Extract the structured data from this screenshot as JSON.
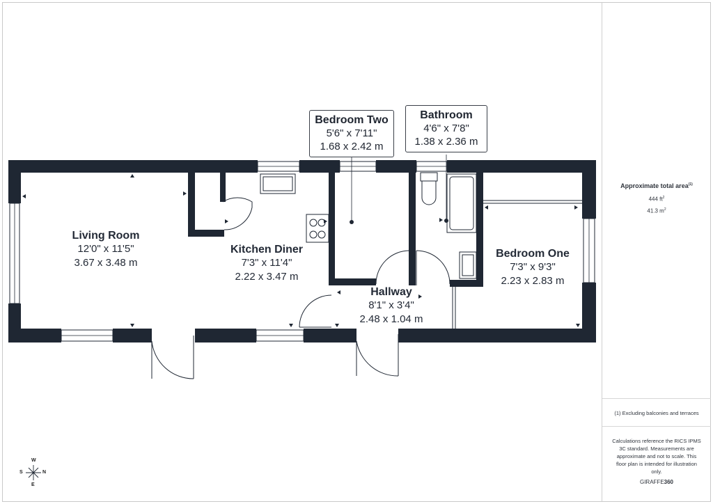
{
  "rooms": {
    "living": {
      "name": "Living Room",
      "imperial": "12'0\" x 11'5\"",
      "metric": "3.67 x 3.48 m"
    },
    "kitchen": {
      "name": "Kitchen Diner",
      "imperial": "7'3\" x 11'4\"",
      "metric": "2.22 x 3.47 m"
    },
    "bed2": {
      "name": "Bedroom Two",
      "imperial": "5'6\" x 7'11\"",
      "metric": "1.68 x 2.42 m"
    },
    "bath": {
      "name": "Bathroom",
      "imperial": "4'6\" x 7'8\"",
      "metric": "1.38 x 2.36 m"
    },
    "bed1": {
      "name": "Bedroom One",
      "imperial": "7'3\" x 9'3\"",
      "metric": "2.23 x 2.83 m"
    },
    "hall": {
      "name": "Hallway",
      "imperial": "8'1\" x 3'4\"",
      "metric": "2.48 x 1.04 m"
    }
  },
  "sidebar": {
    "area_title": "Approximate total area",
    "area_note_mark": "(1)",
    "area_ft": "444 ft",
    "area_m": "41.3 m",
    "sq": "2",
    "excluding": "(1) Excluding balconies and terraces",
    "disclaimer": "Calculations reference the RICS IPMS 3C standard. Measurements are approximate and not to scale. This floor plan is intended for illustration only.",
    "brand_prefix": "GIRAFFE",
    "brand_suffix": "360"
  },
  "compass": {
    "n": "N",
    "s": "S",
    "e": "E",
    "w": "W"
  },
  "colors": {
    "wall": "#1f2733",
    "text": "#232a36"
  }
}
